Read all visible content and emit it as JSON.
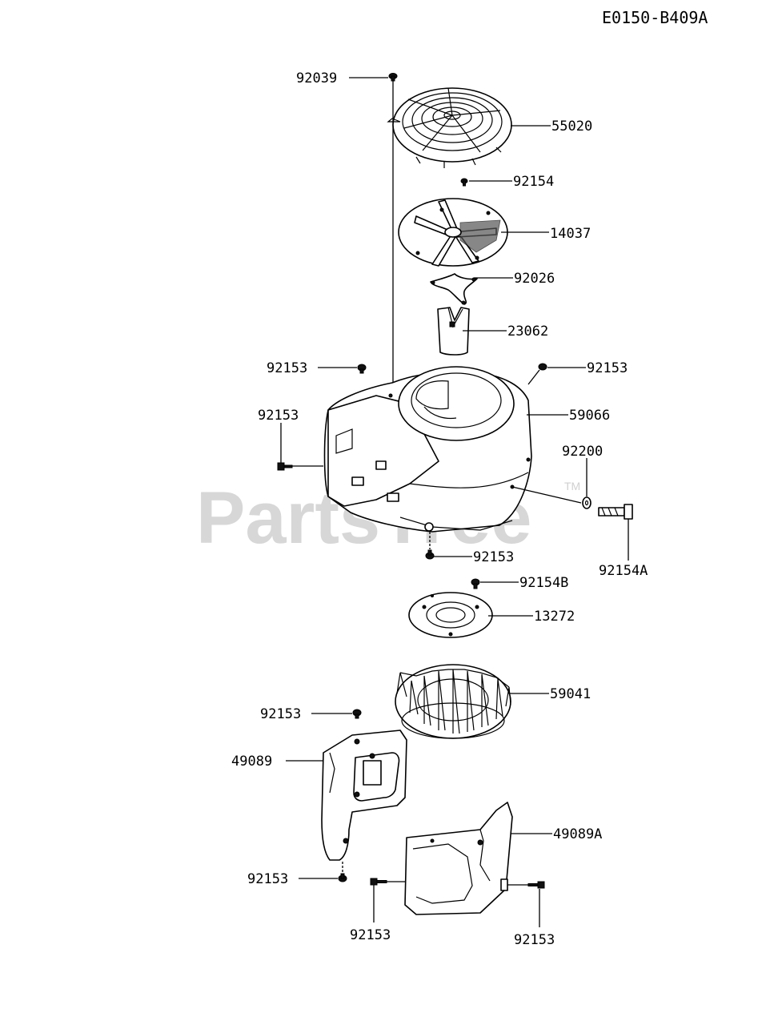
{
  "diagram_code": "E0150-B409A",
  "watermark": "PartsTree",
  "watermark_tm": "TM",
  "labels": {
    "p92039": "92039",
    "p55020": "55020",
    "p92154": "92154",
    "p14037": "14037",
    "p92026": "92026",
    "p23062": "23062",
    "p92153_a": "92153",
    "p92153_b": "92153",
    "p92153_c": "92153",
    "p59066": "59066",
    "p92200": "92200",
    "p92154A": "92154A",
    "p92153_d": "92153",
    "p92154B": "92154B",
    "p13272": "13272",
    "p59041": "59041",
    "p92153_e": "92153",
    "p49089": "49089",
    "p49089A": "49089A",
    "p92153_f": "92153",
    "p92153_g": "92153",
    "p92153_h": "92153"
  }
}
